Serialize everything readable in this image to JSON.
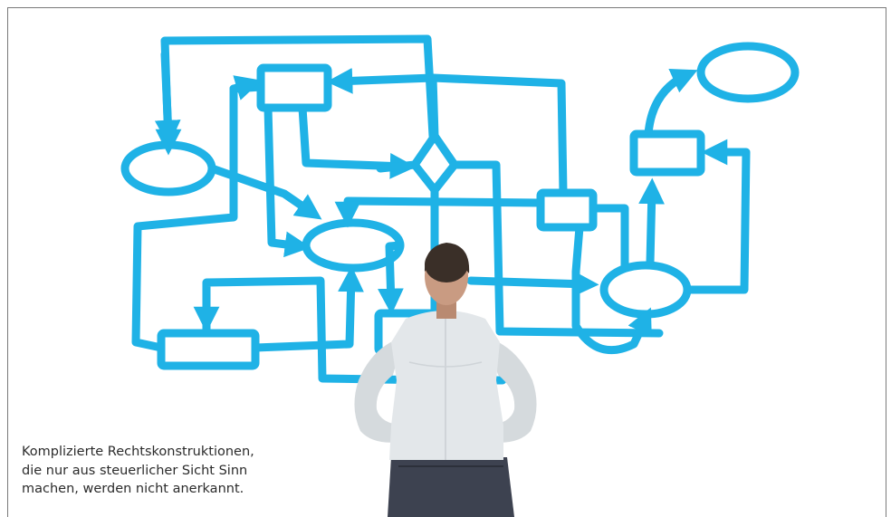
{
  "caption": {
    "line1": "Komplizierte Rechtskonstruktionen,",
    "line2": "die nur aus steuerlicher Sicht Sinn",
    "line3": "machen, werden nicht anerkannt."
  },
  "colors": {
    "flowchart_stroke": "#1fb2e6",
    "frame_border": "#7a7a7a",
    "shirt": "#dfe3e6",
    "hair": "#3a2f28",
    "skin": "#c99b82",
    "jeans": "#3d4250"
  },
  "illustration": {
    "icon": "flowchart-drawing",
    "figure": "man-facing-chart-icon"
  }
}
